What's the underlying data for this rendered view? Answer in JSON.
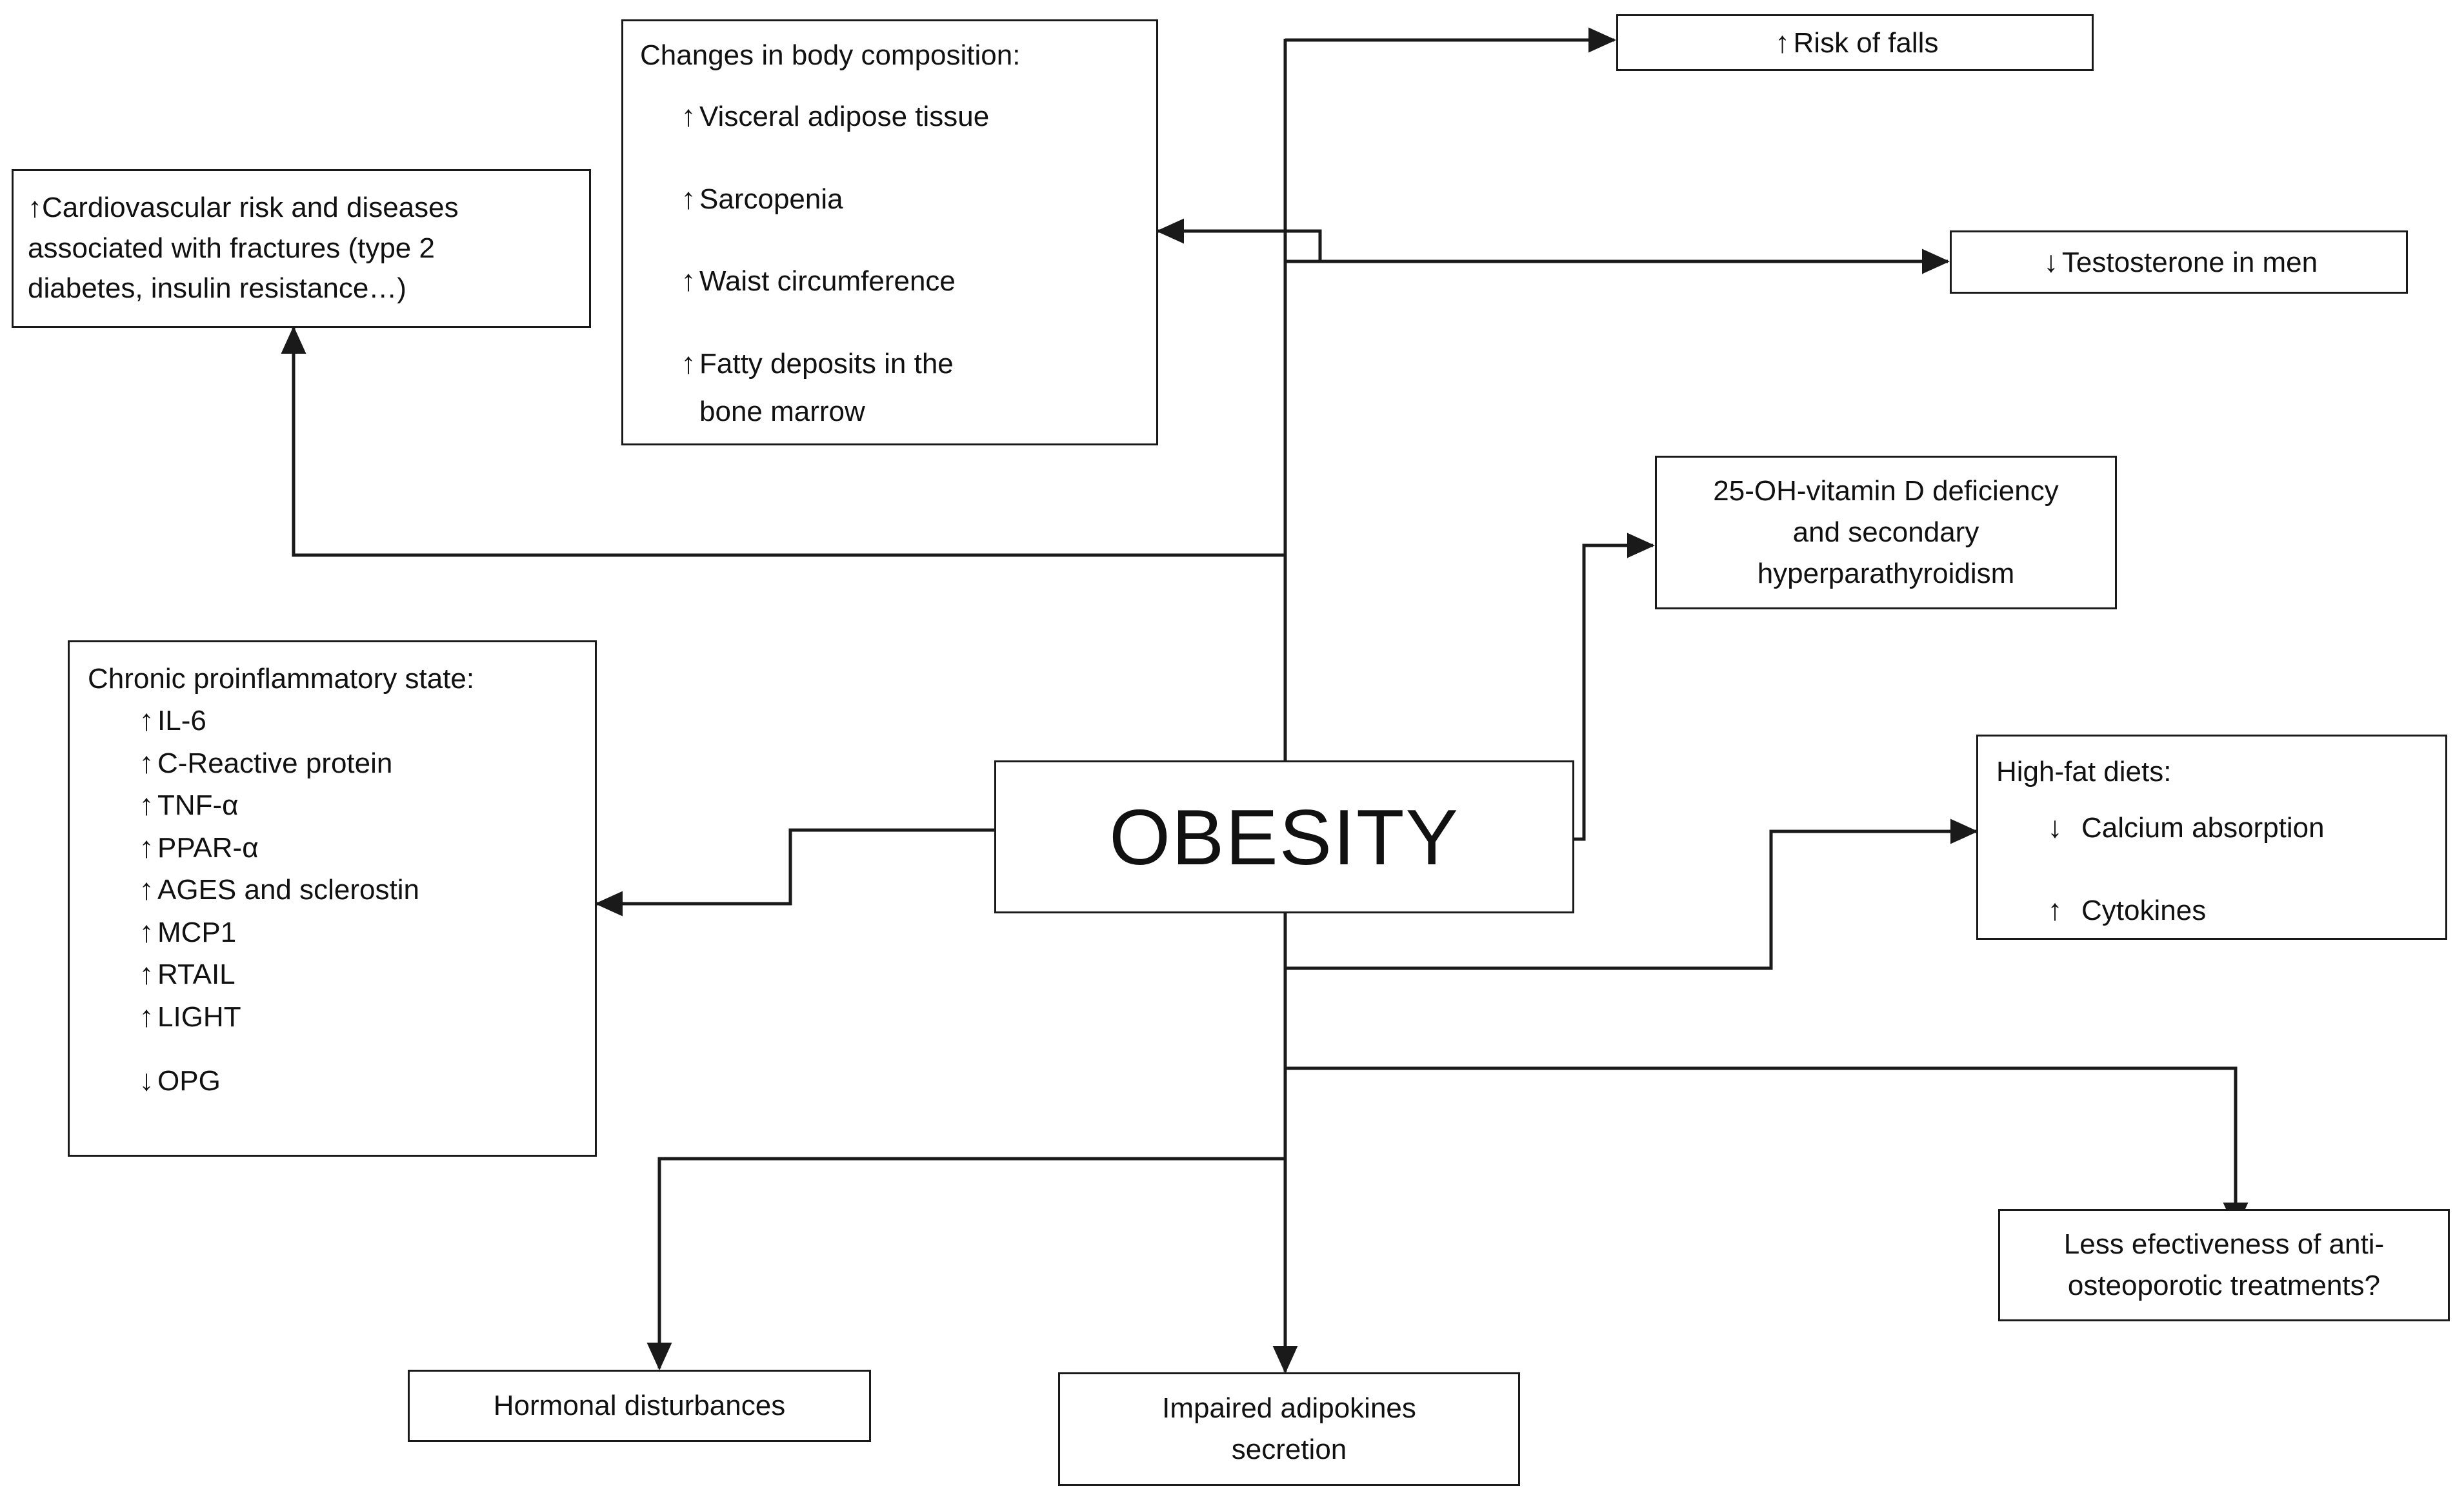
{
  "diagram": {
    "title": "OBESITY",
    "center": {
      "label": "OBESITY"
    },
    "icons": {
      "up": "↑",
      "down": "↓"
    },
    "colors": {
      "stroke": "#1a1a1a",
      "background": "#ffffff",
      "text": "#111111"
    },
    "nodes": {
      "body_composition": {
        "heading": "Changes in body composition:",
        "items": [
          {
            "dir": "up",
            "text": "Visceral adipose tissue"
          },
          {
            "dir": "up",
            "text": "Sarcopenia"
          },
          {
            "dir": "up",
            "text": "Waist circumference"
          },
          {
            "dir": "up",
            "text": "Fatty deposits in the"
          },
          {
            "dir": "none",
            "text": "bone marrow"
          }
        ]
      },
      "risk_of_falls": {
        "dir": "up",
        "text": "Risk of falls"
      },
      "testosterone": {
        "dir": "down",
        "text": "Testosterone in men"
      },
      "cardiovascular": {
        "dir": "up",
        "line1": "Cardiovascular risk and diseases",
        "line2": "associated with fractures (type 2",
        "line3": "diabetes, insulin resistance…)"
      },
      "vitamin_d": {
        "line1": "25-OH-vitamin D deficiency",
        "line2": "and secondary",
        "line3": "hyperparathyroidism"
      },
      "inflammatory": {
        "heading": "Chronic proinflammatory state:",
        "items": [
          {
            "dir": "up",
            "text": "IL-6"
          },
          {
            "dir": "up",
            "text": "C-Reactive protein"
          },
          {
            "dir": "up",
            "text": "TNF-α"
          },
          {
            "dir": "up",
            "text": "PPAR-α"
          },
          {
            "dir": "up",
            "text": "AGES and sclerostin"
          },
          {
            "dir": "up",
            "text": "MCP1"
          },
          {
            "dir": "up",
            "text": "RTAIL"
          },
          {
            "dir": "up",
            "text": "LIGHT"
          }
        ],
        "last": {
          "dir": "down",
          "text": "OPG"
        }
      },
      "high_fat": {
        "heading": "High-fat diets:",
        "items": [
          {
            "dir": "down",
            "text": "Calcium absorption"
          },
          {
            "dir": "up",
            "text": "Cytokines"
          }
        ]
      },
      "hormonal": {
        "text": "Hormonal disturbances"
      },
      "adipokines": {
        "line1": "Impaired adipokines",
        "line2": "secretion"
      },
      "treatments": {
        "line1": "Less efectiveness of anti-",
        "line2": "osteoporotic treatments?"
      }
    }
  }
}
